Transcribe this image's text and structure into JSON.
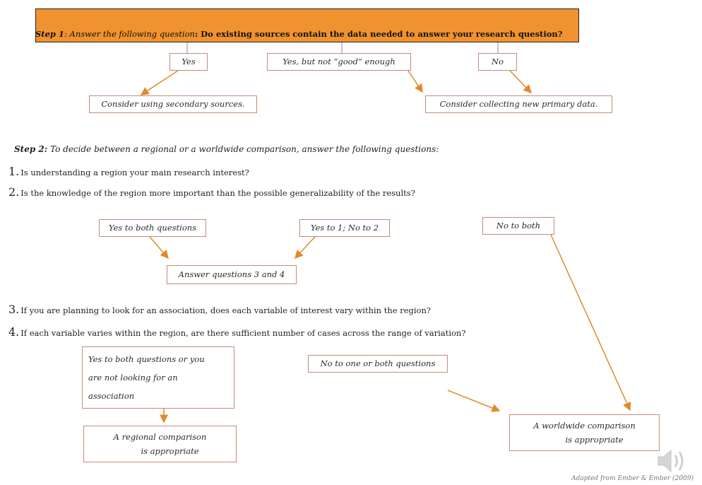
{
  "step1": {
    "label": "Step 1",
    "instruction": ": Answer the following question",
    "question": ": Do existing sources contain the data needed to answer your research question?"
  },
  "step1_options": {
    "yes": "Yes",
    "yes_not_good": "Yes, but not “good” enough",
    "no": "No"
  },
  "step1_outcomes": {
    "secondary": "Consider using secondary sources.",
    "primary": "Consider collecting new primary data."
  },
  "step2": {
    "label": "Step 2:",
    "text": " To decide between a regional or a worldwide comparison, answer the following questions:"
  },
  "questions": [
    {
      "num": "1.",
      "text": "Is understanding a region your main research interest?"
    },
    {
      "num": "2.",
      "text": "Is the knowledge of the region more important than the possible generalizability of the results?"
    },
    {
      "num": "3.",
      "text": "If you are planning to look for an association, does each variable of interest vary within the region?"
    },
    {
      "num": "4.",
      "text": "If each variable varies within the region, are there sufficient number of cases across the range of variation?"
    }
  ],
  "q12_options": {
    "yes_both": "Yes to both questions",
    "yes1_no2": "Yes to 1; No to 2",
    "no_both": "No to both"
  },
  "answer34": "Answer questions 3 and 4",
  "q34_options": {
    "yes_line1": "Yes to both questions or you",
    "yes_line2": "are  not looking for an",
    "yes_line3": "association",
    "no_one_or_both": "No to one or both questions"
  },
  "conclusions": {
    "regional_line1": "A regional comparison",
    "regional_line2": "is  appropriate",
    "worldwide_line1": "A worldwide comparison",
    "worldwide_line2": "is  appropriate"
  },
  "credit": "Adapted from Ember & Ember (2009)",
  "icons": {
    "speaker": "speaker-icon"
  },
  "colors": {
    "header_fill": "#f0922f",
    "box_border": "#c9897b",
    "arrow": "#e08a2a"
  }
}
